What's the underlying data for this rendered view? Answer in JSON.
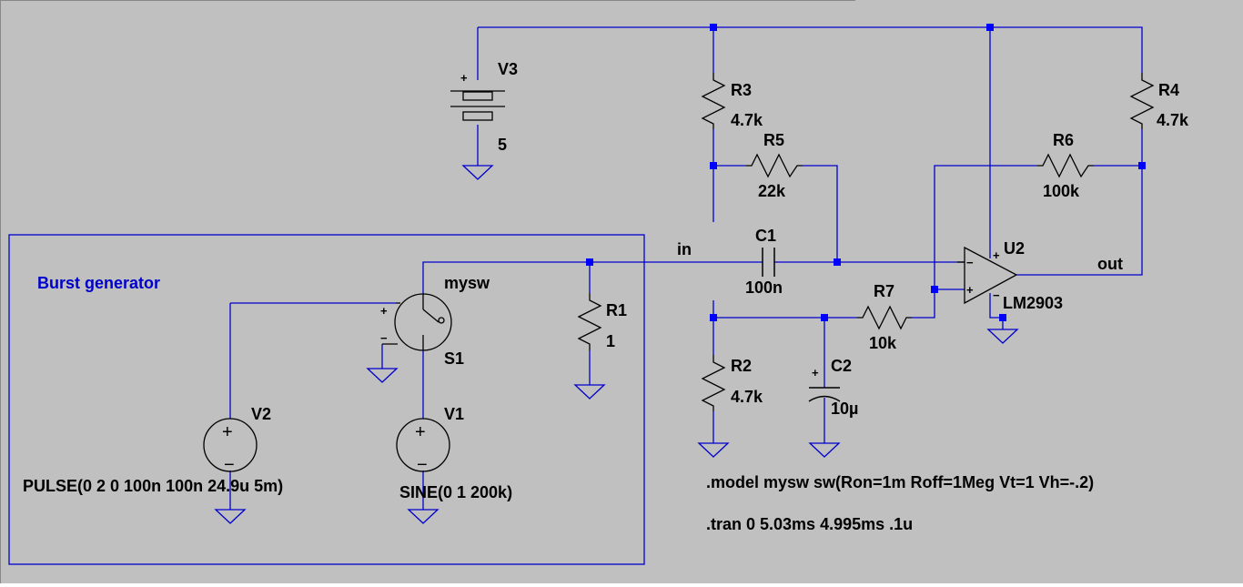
{
  "schematic": {
    "box_label": "Burst generator",
    "components": {
      "V3": {
        "name": "V3",
        "value": "5",
        "plus": "+"
      },
      "R3": {
        "name": "R3",
        "value": "4.7k"
      },
      "R4": {
        "name": "R4",
        "value": "4.7k"
      },
      "R5": {
        "name": "R5",
        "value": "22k"
      },
      "R6": {
        "name": "R6",
        "value": "100k"
      },
      "C1": {
        "name": "C1",
        "value": "100n"
      },
      "R7": {
        "name": "R7",
        "value": "10k"
      },
      "R2": {
        "name": "R2",
        "value": "4.7k"
      },
      "C2": {
        "name": "C2",
        "value": "10µ",
        "plus": "+"
      },
      "U2": {
        "name": "U2",
        "value": "LM2903",
        "minus": "−",
        "plus": "+",
        "inv_pin": "−",
        "noninv_pin": "+"
      },
      "R1": {
        "name": "R1",
        "value": "1"
      },
      "S1": {
        "name": "S1",
        "model": "mysw",
        "plus": "+",
        "minus": "−"
      },
      "V1": {
        "name": "V1",
        "value": "SINE(0 1 200k)"
      },
      "V2": {
        "name": "V2",
        "value": "PULSE(0 2 0 100n 100n 24.9u 5m)"
      }
    },
    "nets": {
      "in": "in",
      "out": "out"
    },
    "directives": {
      "model": ".model mysw sw(Ron=1m Roff=1Meg Vt=1 Vh=-.2)",
      "tran": ".tran 0 5.03ms 4.995ms .1u"
    },
    "colors": {
      "background": "#c0c0c0",
      "wire": "#0000cc",
      "junction": "#0000ff",
      "label": "#000000",
      "comment": "#0000cc"
    }
  }
}
